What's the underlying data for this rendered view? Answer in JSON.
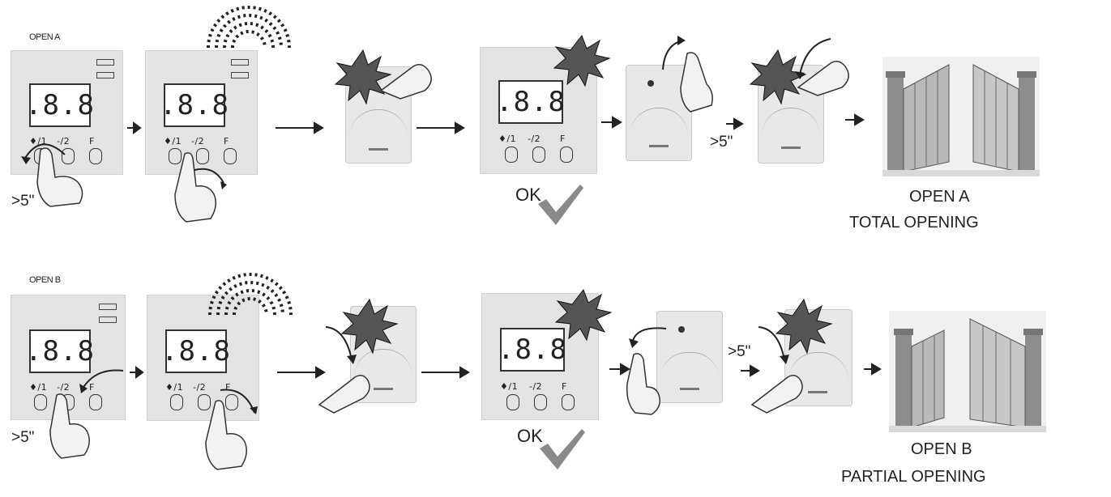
{
  "rows": [
    {
      "id": "row-a",
      "label": "OPEN A",
      "display": ".8.8",
      "button_labels": [
        "♦/1",
        "-/2",
        "F"
      ],
      "hold_time_first": ">5\"",
      "hold_time_remote": ">5\"",
      "confirm": "OK",
      "result_line1": "OPEN A",
      "result_line2": "TOTAL OPENING"
    },
    {
      "id": "row-b",
      "label": "OPEN B",
      "display": ".8.8",
      "button_labels": [
        "♦/1",
        "-/2",
        "F"
      ],
      "hold_time_first": ">5\"",
      "hold_time_remote": ">5\"",
      "confirm": "OK",
      "result_line1": "OPEN B",
      "result_line2": "PARTIAL OPENING"
    }
  ],
  "icons": {
    "arrow": "right-arrow-icon",
    "finger": "pointing-hand-icon",
    "flash": "flash-burst-icon",
    "signal": "radio-signal-icon",
    "check": "checkmark-icon",
    "gate": "open-gate-icon"
  },
  "colors": {
    "panel": "#e3e3e3",
    "ink": "#222222",
    "check": "#8a8a8a"
  }
}
